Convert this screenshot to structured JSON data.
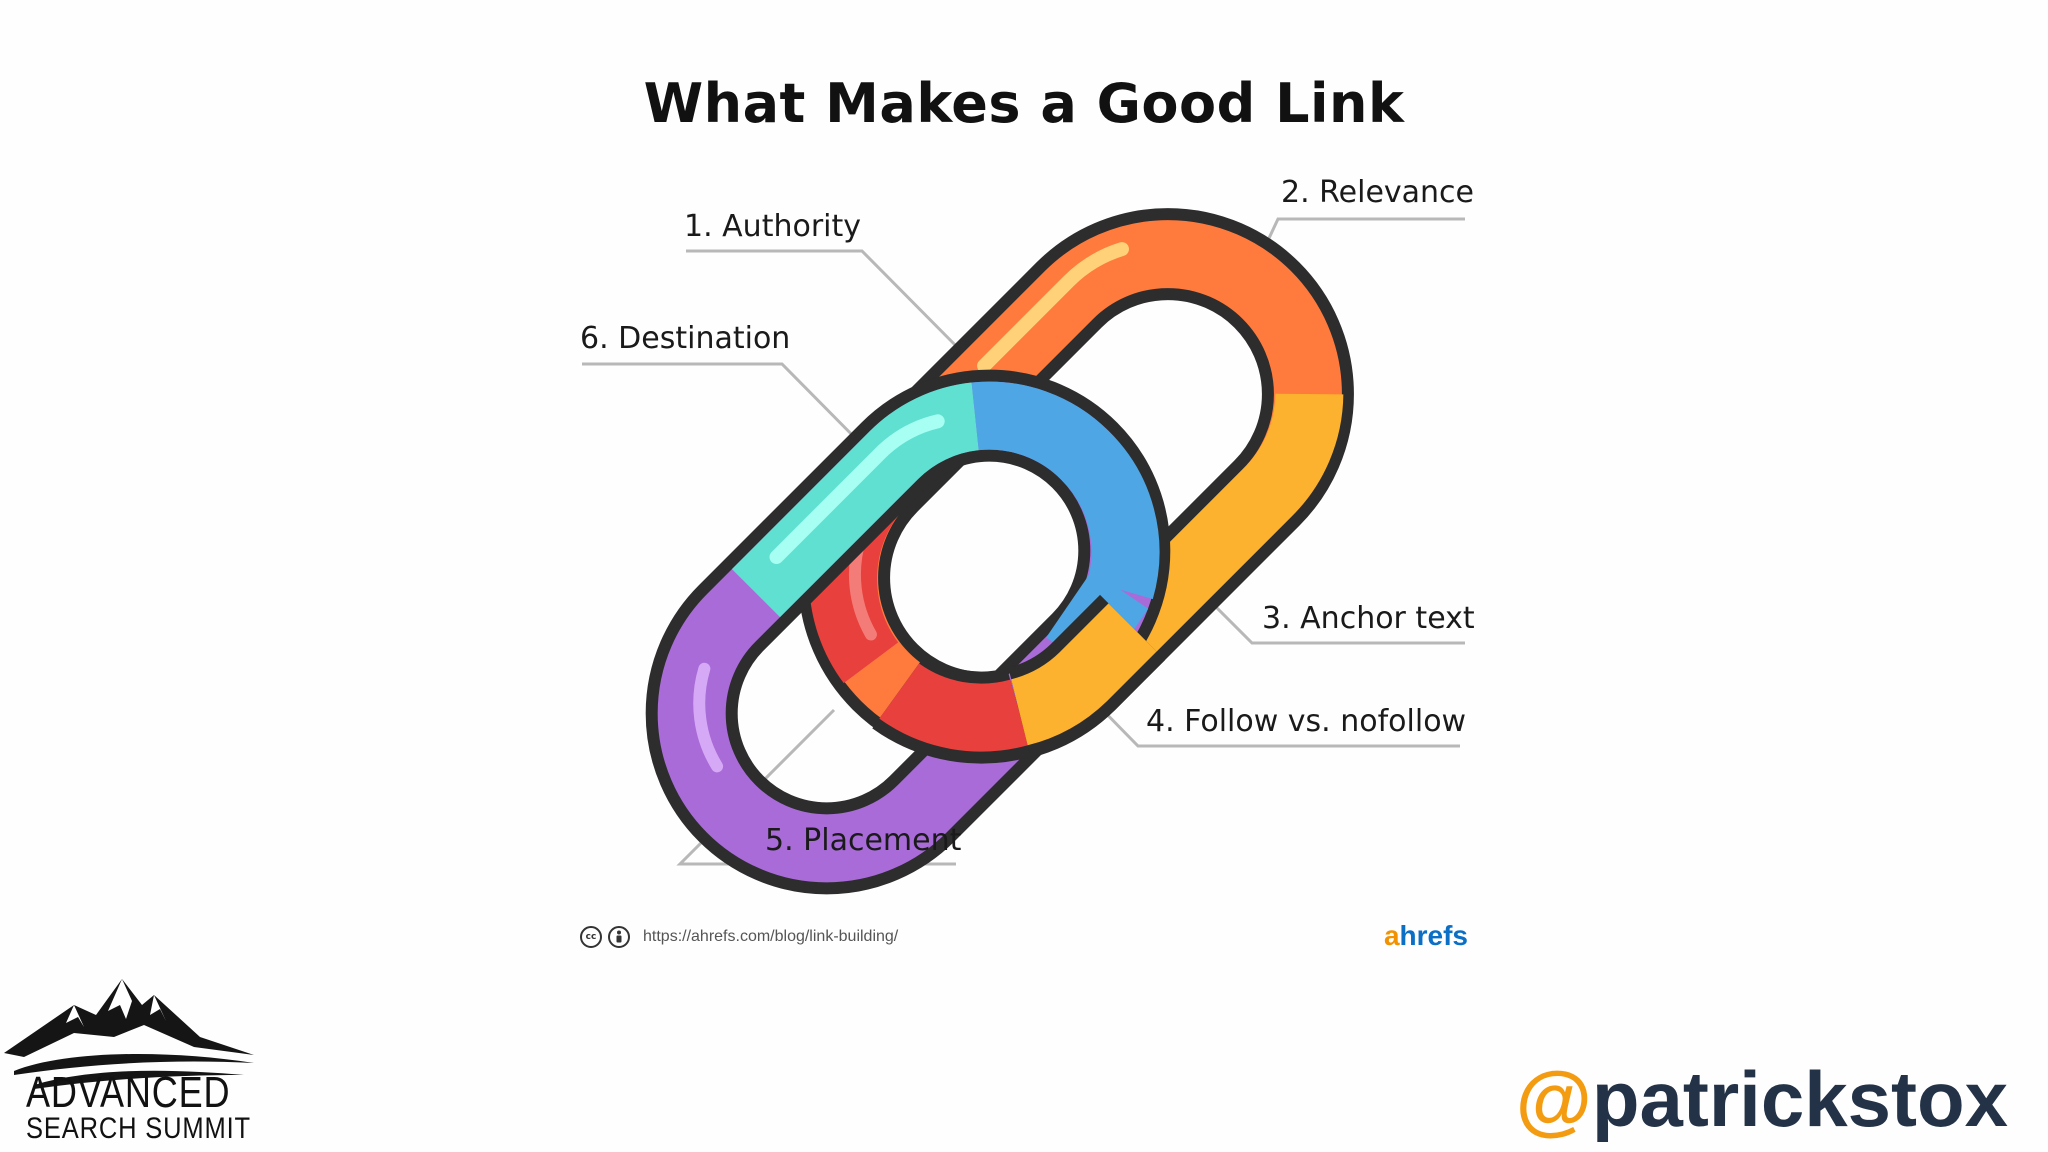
{
  "slide": {
    "title": "What Makes a Good Link",
    "labels": {
      "authority": "1. Authority",
      "relevance": "2. Relevance",
      "anchor_text": "3. Anchor text",
      "follow": "4. Follow vs. nofollow",
      "placement": "5. Placement",
      "destination": "6. Destination"
    },
    "segment_colors": {
      "authority": "#e8403c",
      "relevance": "#ff7a3d",
      "anchor_text": "#fdb22f",
      "follow": "#4ea6e4",
      "placement": "#a86bd8",
      "destination": "#5fe0d0"
    }
  },
  "footer": {
    "license_icons": [
      "cc-icon",
      "attribution-icon"
    ],
    "source_url": "https://ahrefs.com/blog/link-building/",
    "brand_a": "a",
    "brand_rest": "hrefs"
  },
  "branding": {
    "summit_line1": "ADVANCED",
    "summit_line2": "SEARCH SUMMIT",
    "handle_at": "@",
    "handle_name": "patrickstox"
  }
}
